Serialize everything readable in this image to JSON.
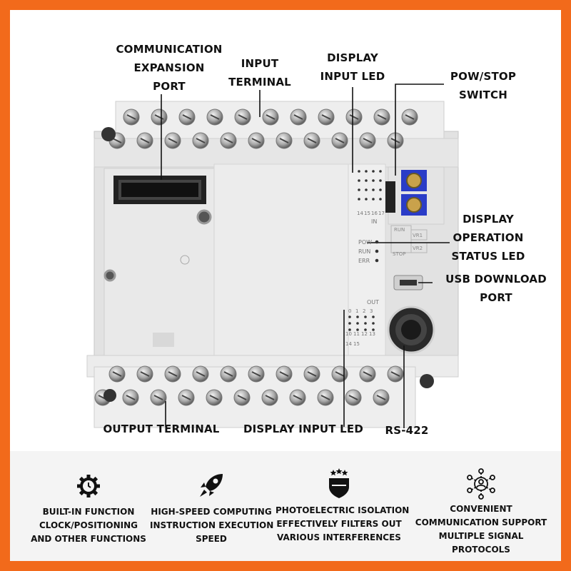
{
  "labels": {
    "comm_expansion": [
      "COMMUNICATION",
      "EXPANSION",
      "PORT"
    ],
    "input_terminal": [
      "INPUT",
      "TERMINAL"
    ],
    "display_input_led_top": [
      "DISPLAY",
      "INPUT LED"
    ],
    "pow_stop_switch": [
      "POW/STOP",
      "SWITCH"
    ],
    "display_operation": [
      "DISPLAY",
      "OPERATION",
      "STATUS LED"
    ],
    "usb_download": [
      "USB DOWNLOAD",
      "PORT"
    ],
    "output_terminal": "OUTPUT TERMINAL",
    "display_input_led_bottom": "DISPLAY INPUT LED",
    "rs422": "RS-422"
  },
  "device": {
    "in_label": "IN",
    "out_label": "OUT",
    "in_numbers": [
      "14",
      "15",
      "16",
      "17"
    ],
    "out_numbers_top": [
      "0",
      "1",
      "2",
      "3"
    ],
    "out_numbers_mid": [
      "10",
      "11",
      "12",
      "13"
    ],
    "out_numbers_bottom": [
      "14",
      "15"
    ],
    "status_leds": [
      "POW",
      "RUN",
      "ERR"
    ],
    "run_label": "RUN",
    "stop_label": "STOP",
    "vr1": "VR1",
    "vr2": "VR2"
  },
  "features": [
    {
      "icon": "gear-clock-icon",
      "lines": [
        "BUILT-IN FUNCTION",
        "CLOCK/POSITIONING",
        "AND OTHER FUNCTIONS"
      ]
    },
    {
      "icon": "rocket-icon",
      "lines": [
        "HIGH-SPEED COMPUTING",
        "INSTRUCTION EXECUTION",
        "SPEED"
      ]
    },
    {
      "icon": "shield-stars-icon",
      "lines": [
        "PHOTOELECTRIC ISOLATION",
        "EFFECTIVELY FILTERS OUT",
        "VARIOUS INTERFERENCES"
      ]
    },
    {
      "icon": "network-user-icon",
      "lines": [
        "CONVENIENT",
        "COMMUNICATION SUPPORT",
        "MULTIPLE SIGNAL",
        "PROTOCOLS"
      ]
    }
  ],
  "colors": {
    "frame": "#f26a1b",
    "background": "#ffffff",
    "device": "#ececec",
    "text": "#111111"
  }
}
